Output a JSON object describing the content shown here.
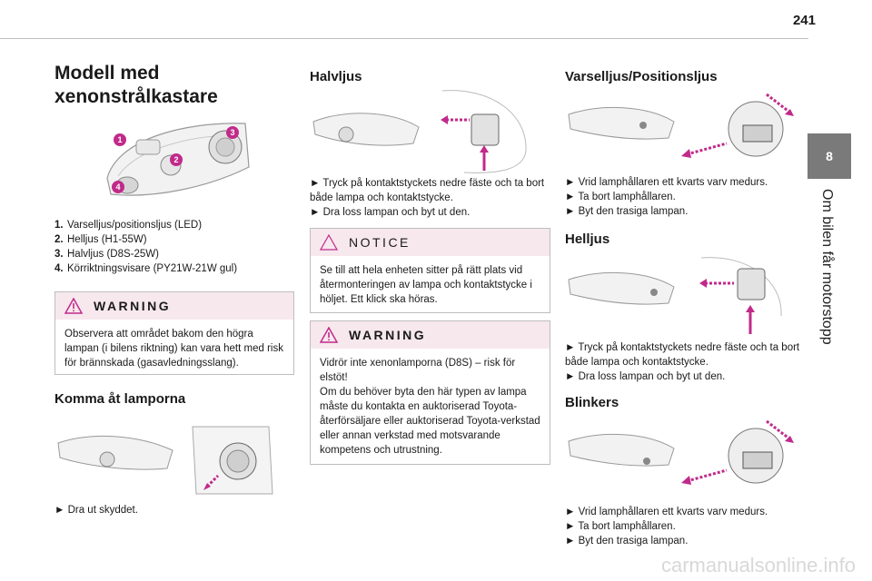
{
  "page": {
    "number": "241",
    "chapter_number": "8",
    "chapter_title": "Om bilen får motorstopp"
  },
  "col1": {
    "title": "Modell med xenonstrålkastare",
    "legend": [
      {
        "num": "1.",
        "text": "Varselljus/positionsljus (LED)"
      },
      {
        "num": "2.",
        "text": "Helljus (H1-55W)"
      },
      {
        "num": "3.",
        "text": "Halvljus (D8S-25W)"
      },
      {
        "num": "4.",
        "text": "Körriktningsvisare (PY21W-21W gul)"
      }
    ],
    "warning": {
      "label": "WARNING",
      "text": "Observera att området bakom den högra lampan (i bilens riktning) kan vara hett med risk för brännskada (gasavledningsslang)."
    },
    "access_heading": "Komma åt lamporna",
    "access_step": "► Dra ut skyddet."
  },
  "col2": {
    "heading": "Halvljus",
    "steps": [
      "► Tryck på kontaktstyckets nedre fäste och ta bort både lampa och kontaktstycke.",
      "► Dra loss lampan och byt ut den."
    ],
    "notice": {
      "label": "NOTICE",
      "text": "Se till att hela enheten sitter på rätt plats vid återmonteringen av lampa och kontaktstycke i höljet. Ett klick ska höras."
    },
    "warning": {
      "label": "WARNING",
      "text": "Vidrör inte xenonlamporna (D8S) – risk för elstöt!\nOm du behöver byta den här typen av lampa måste du kontakta en auktoriserad Toyota-återförsäljare eller auktoriserad Toyota-verkstad eller annan verkstad med motsvarande kompetens och utrustning."
    }
  },
  "col3": {
    "sec1": {
      "heading": "Varselljus/Positionsljus",
      "steps": [
        "► Vrid lamphållaren ett kvarts varv medurs.",
        "► Ta bort lamphållaren.",
        "► Byt den trasiga lampan."
      ]
    },
    "sec2": {
      "heading": "Helljus",
      "steps": [
        "► Tryck på kontaktstyckets nedre fäste och ta bort både lampa och kontaktstycke.",
        "► Dra loss lampan och byt ut den."
      ]
    },
    "sec3": {
      "heading": "Blinkers",
      "steps": [
        "► Vrid lamphållaren ett kvarts varv medurs.",
        "► Ta bort lamphållaren.",
        "► Byt den trasiga lampan."
      ]
    }
  },
  "callouts": [
    "1",
    "2",
    "3",
    "4"
  ],
  "watermark": "carmanualsonline.info",
  "colors": {
    "accent": "#c12a8a",
    "box_header": "#f7e8ee",
    "tab": "#7a7a7a"
  }
}
